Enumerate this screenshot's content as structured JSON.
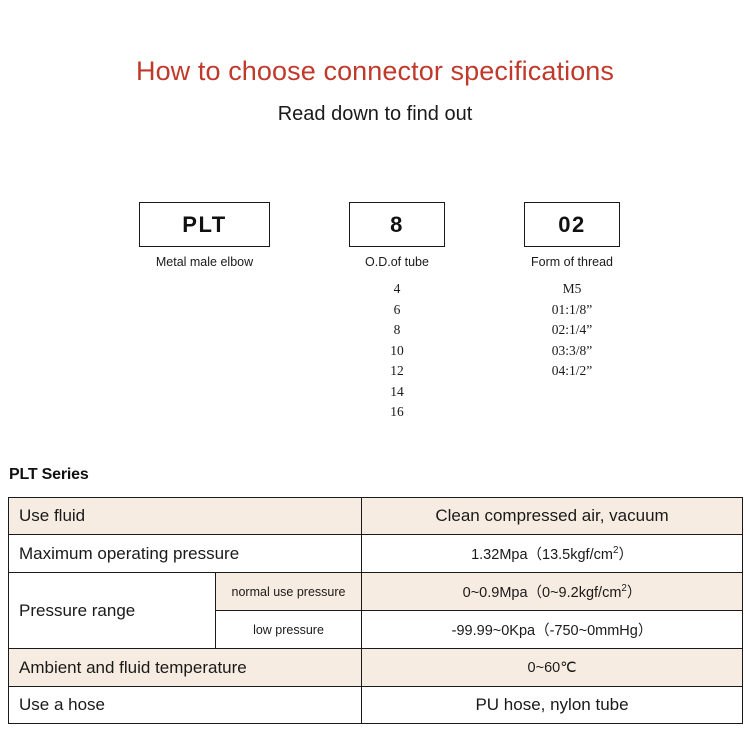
{
  "header": {
    "title": "How to choose connector specifications",
    "subtitle": "Read down to find out",
    "title_color": "#c0392b"
  },
  "code_breakdown": {
    "columns": [
      {
        "code": "PLT",
        "caption": "Metal male elbow",
        "options": []
      },
      {
        "code": "8",
        "caption": "O.D.of tube",
        "options": [
          "4",
          "6",
          "8",
          "10",
          "12",
          "14",
          "16"
        ]
      },
      {
        "code": "02",
        "caption": "Form of thread",
        "options": [
          "M5",
          "01:1/8”",
          "02:1/4”",
          "03:3/8”",
          "04:1/2”"
        ]
      }
    ]
  },
  "spec_section": {
    "series_label": "PLT Series",
    "row_beige_color": "#f7ece1",
    "rows": [
      {
        "label": "Use fluid",
        "value": "Clean compressed air, vacuum",
        "shade": "beige"
      },
      {
        "label": "Maximum operating pressure",
        "value": "1.32Mpa（13.5kgf/cm2）",
        "shade": "white"
      },
      {
        "label": "Pressure range",
        "sub_label": "normal use pressure",
        "value": "0~0.9Mpa（0~9.2kgf/cm2）",
        "shade": "beige"
      },
      {
        "label": "",
        "sub_label": "low pressure",
        "value": "-99.99~0Kpa（-750~0mmHg）",
        "shade": "white"
      },
      {
        "label": "Ambient and fluid temperature",
        "value": "0~60℃",
        "shade": "beige"
      },
      {
        "label": "Use a hose",
        "value": "PU hose, nylon tube",
        "shade": "white"
      }
    ]
  }
}
